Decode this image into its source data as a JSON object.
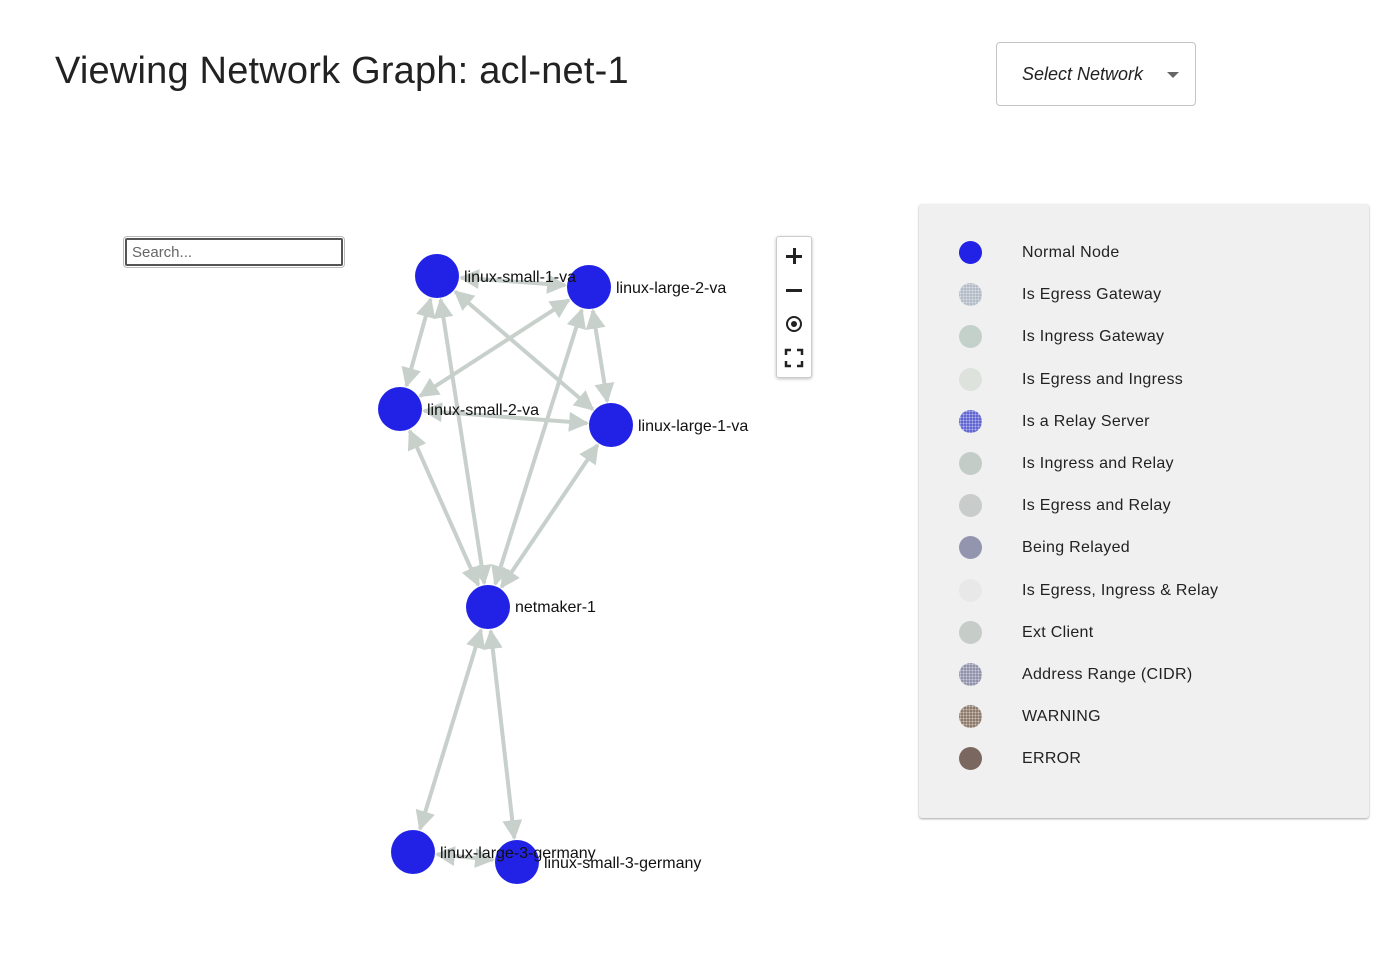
{
  "header": {
    "title": "Viewing Network Graph: acl-net-1",
    "select_network_label": "Select Network"
  },
  "search": {
    "placeholder": "Search..."
  },
  "graph": {
    "nodes": [
      {
        "id": "linux-small-1-va",
        "label": "linux-small-1-va",
        "color": "#2222e6"
      },
      {
        "id": "linux-large-2-va",
        "label": "linux-large-2-va",
        "color": "#2222e6"
      },
      {
        "id": "linux-small-2-va",
        "label": "linux-small-2-va",
        "color": "#2222e6"
      },
      {
        "id": "linux-large-1-va",
        "label": "linux-large-1-va",
        "color": "#2222e6"
      },
      {
        "id": "netmaker-1",
        "label": "netmaker-1",
        "color": "#2222e6"
      },
      {
        "id": "linux-large-3-germany",
        "label": "linux-large-3-germany",
        "color": "#2222e6"
      },
      {
        "id": "linux-small-3-germany",
        "label": "linux-small-3-germany",
        "color": "#2222e6"
      }
    ],
    "edges": [
      [
        "linux-small-1-va",
        "linux-large-2-va"
      ],
      [
        "linux-small-1-va",
        "linux-small-2-va"
      ],
      [
        "linux-small-1-va",
        "linux-large-1-va"
      ],
      [
        "linux-small-1-va",
        "netmaker-1"
      ],
      [
        "linux-large-2-va",
        "linux-small-2-va"
      ],
      [
        "linux-large-2-va",
        "linux-large-1-va"
      ],
      [
        "linux-large-2-va",
        "netmaker-1"
      ],
      [
        "linux-small-2-va",
        "linux-large-1-va"
      ],
      [
        "linux-small-2-va",
        "netmaker-1"
      ],
      [
        "linux-large-1-va",
        "netmaker-1"
      ],
      [
        "netmaker-1",
        "linux-large-3-germany"
      ],
      [
        "netmaker-1",
        "linux-small-3-germany"
      ],
      [
        "linux-large-3-germany",
        "linux-small-3-germany"
      ]
    ],
    "edge_color": "#c8d0cc"
  },
  "zoom_controls": {
    "zoom_in_icon": "plus-icon",
    "zoom_out_icon": "minus-icon",
    "center_icon": "target-icon",
    "fullscreen_icon": "fullscreen-icon"
  },
  "legend": {
    "items": [
      {
        "label": "Normal Node",
        "color": "#2222e6",
        "pattern": "solid"
      },
      {
        "label": "Is Egress Gateway",
        "color": "#b0b8c4",
        "pattern": "dotted"
      },
      {
        "label": "Is Ingress Gateway",
        "color": "#c4d0ca",
        "pattern": "solid"
      },
      {
        "label": "Is Egress and Ingress",
        "color": "#dde2dd",
        "pattern": "solid"
      },
      {
        "label": "Is a Relay Server",
        "color": "#5a5fd0",
        "pattern": "dotted"
      },
      {
        "label": "Is Ingress and Relay",
        "color": "#c4ccc8",
        "pattern": "solid"
      },
      {
        "label": "Is Egress and Relay",
        "color": "#c8ccca",
        "pattern": "solid"
      },
      {
        "label": "Being Relayed",
        "color": "#9395ae",
        "pattern": "solid"
      },
      {
        "label": "Is Egress, Ingress & Relay",
        "color": "#e8e8e8",
        "pattern": "solid"
      },
      {
        "label": "Ext Client",
        "color": "#c6ccc8",
        "pattern": "solid"
      },
      {
        "label": "Address Range (CIDR)",
        "color": "#8c8ea8",
        "pattern": "dotted"
      },
      {
        "label": "WARNING",
        "color": "#8a7566",
        "pattern": "dotted"
      },
      {
        "label": "ERROR",
        "color": "#7a6860",
        "pattern": "solid"
      }
    ]
  }
}
